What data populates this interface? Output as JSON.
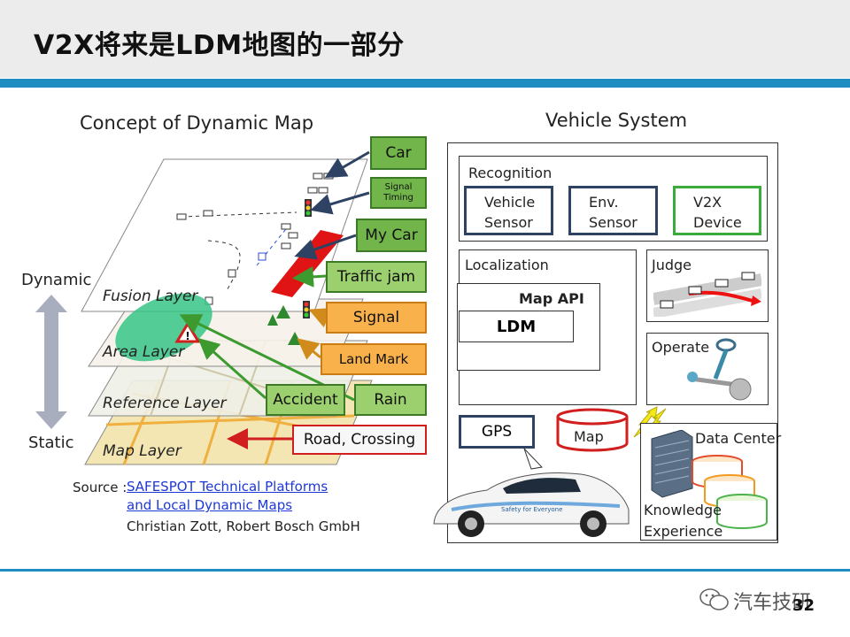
{
  "slide": {
    "title": "V2X将来是LDM地图的一部分",
    "page_number": "32",
    "watermark": "汽车技研"
  },
  "left": {
    "heading": "Concept of Dynamic Map",
    "axis": {
      "dynamic": "Dynamic",
      "static": "Static"
    },
    "layers": [
      "Fusion Layer",
      "Area Layer",
      "Reference Layer",
      "Map Layer"
    ],
    "callouts": {
      "car": "Car",
      "signal_timing": "Signal Timing",
      "my_car": "My Car",
      "traffic_jam": "Traffic jam",
      "signal": "Signal",
      "land_mark": "Land Mark",
      "accident": "Accident",
      "rain": "Rain",
      "road_crossing": "Road, Crossing"
    },
    "colors": {
      "green": "#72b54a",
      "orange": "#f8b14b",
      "red": "#d11e1e",
      "navy": "#2e4363",
      "link": "#1e38d6"
    },
    "source": {
      "label": "Source :",
      "link_line1": "SAFESPOT Technical Platforms",
      "link_line2": "and Local Dynamic Maps",
      "author": "Christian Zott, Robert Bosch GmbH"
    }
  },
  "right": {
    "heading": "Vehicle System",
    "recognition": {
      "label": "Recognition",
      "vehicle_sensor": "Vehicle Sensor",
      "env_sensor": "Env. Sensor",
      "v2x_device": "V2X Device"
    },
    "localization": {
      "label": "Localization",
      "map_api": "Map API",
      "ldm": "LDM"
    },
    "judge": "Judge",
    "operate": "Operate",
    "gps": "GPS",
    "map": "Map",
    "data_center": "Data Center",
    "knowledge": "Knowledge",
    "experience": "Experience",
    "car_decal": "Safety for Everyone"
  },
  "icons": [
    "up-down-arrow-icon",
    "warning-icon",
    "traffic-light-icon",
    "tree-icon",
    "steering-wheel-icon",
    "building-icon",
    "database-icon",
    "car-icon",
    "wechat-icon",
    "swap-arrow-icon"
  ]
}
